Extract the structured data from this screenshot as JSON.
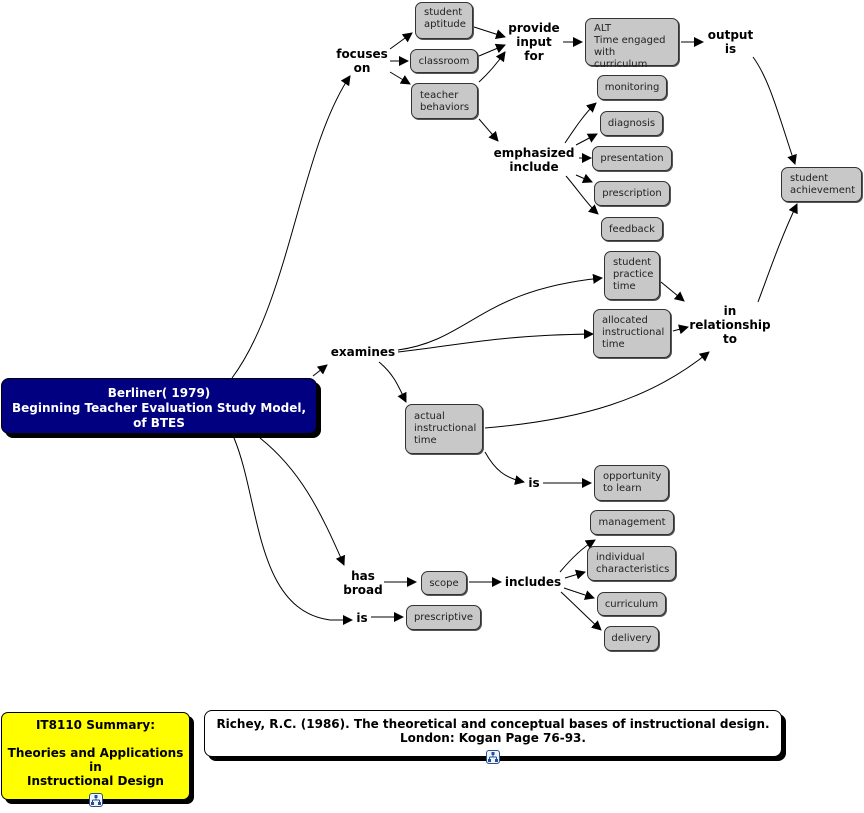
{
  "main_concept": "Berliner( 1979)\nBeginning Teacher Evaluation Study  Model,\nof BTES",
  "concepts": {
    "student_aptitude": "student\naptitude",
    "classroom": "classroom",
    "teacher_behaviors": "teacher\nbehaviors",
    "alt": "ALT\nTime engaged\nwith curriculum",
    "monitoring": "monitoring",
    "diagnosis": "diagnosis",
    "presentation": "presentation",
    "prescription": "prescription",
    "feedback": "feedback",
    "student_achievement": "student\nachievement",
    "student_practice_time": "student\npractice\ntime",
    "allocated_instructional_time": "allocated\ninstructional\ntime",
    "actual_instructional_time": "actual\ninstructional\ntime",
    "opportunity_to_learn": "opportunity\nto learn",
    "management": "management",
    "individual_characteristics": "individual\ncharacteristics",
    "curriculum": "curriculum",
    "delivery": "delivery",
    "scope": "scope",
    "prescriptive": "prescriptive"
  },
  "linking_phrases": {
    "focuses_on": "focuses\non",
    "provide_input_for": "provide\ninput\nfor",
    "output_is": "output\nis",
    "emphasized_include": "emphasized\ninclude",
    "examines": "examines",
    "in_relationship_to": "in\nrelationship\nto",
    "is_opportunity": "is",
    "has_broad": "has\nbroad",
    "includes": "includes",
    "is_prescriptive": "is"
  },
  "summary_box": "IT8110 Summary:\n\nTheories and Applications\nin\nInstructional Design",
  "citation_box": "Richey, R.C. (1986).  The theoretical and conceptual bases of instructional design.\nLondon: Kogan Page 76-93.",
  "icons": {
    "summary_link": "concept-map-link-icon",
    "citation_link": "concept-map-link-icon"
  },
  "colors": {
    "main_fill": "#000080",
    "concept_fill": "#c8c8c8",
    "summary_fill": "#ffff00",
    "citation_fill": "#ffffff"
  }
}
